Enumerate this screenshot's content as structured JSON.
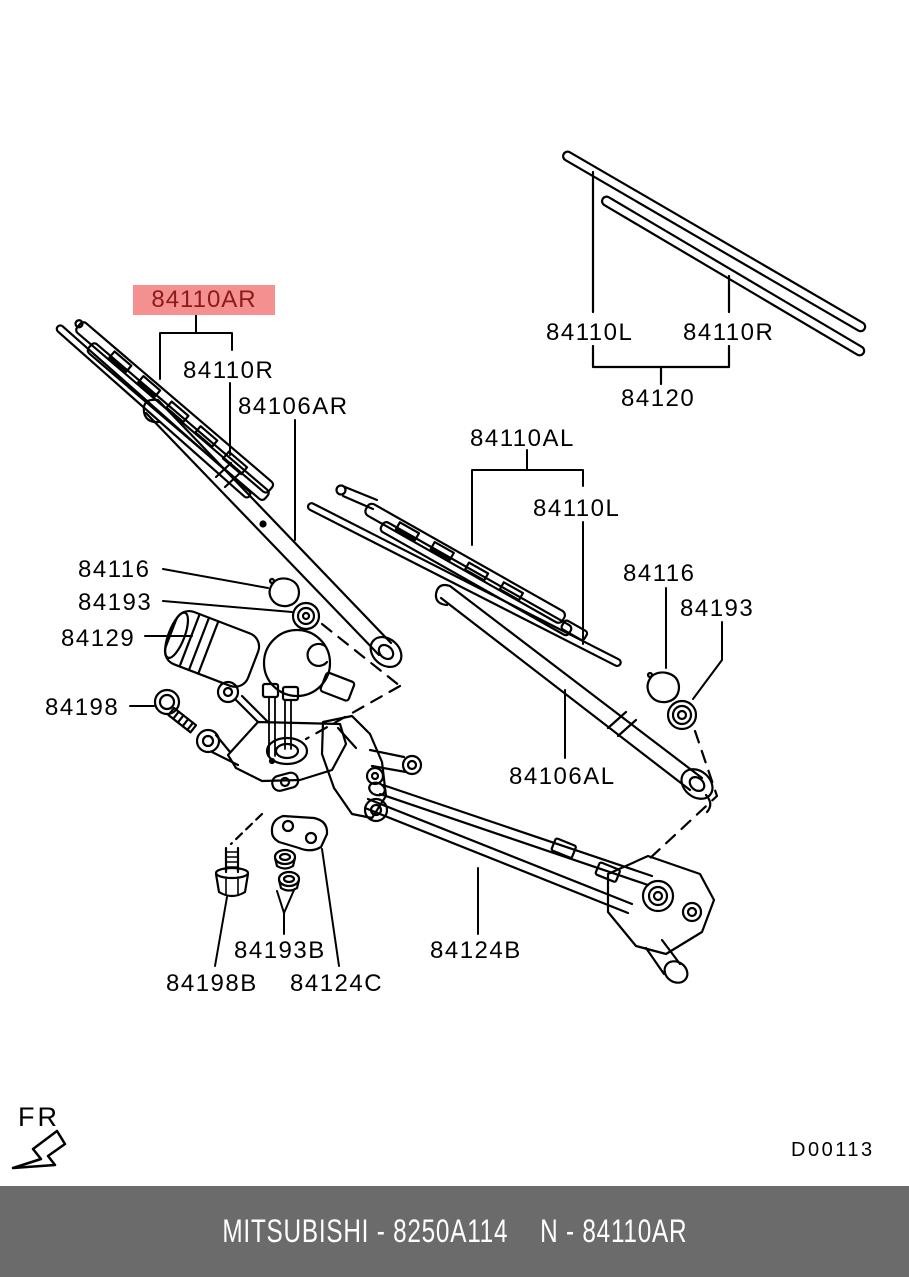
{
  "diagram": {
    "background": "#FFFFFF",
    "line_color": "#000000",
    "highlighted_part": {
      "label": "84110AR",
      "highlight_color": "#F49090",
      "text_color": "#8B1A1A"
    },
    "part_labels": {
      "p84110r_left": "84110R",
      "p84106ar": "84106AR",
      "p84110l_top": "84110L",
      "p84110r_top": "84110R",
      "p84120": "84120",
      "p84110al": "84110AL",
      "p84110l_mid": "84110L",
      "p84116_left": "84116",
      "p84193_left": "84193",
      "p84129": "84129",
      "p84198": "84198",
      "p84116_right": "84116",
      "p84193_right": "84193",
      "p84106al": "84106AL",
      "p84193b": "84193B",
      "p84124b": "84124B",
      "p84198b": "84198B",
      "p84124c": "84124C"
    },
    "orientation_marker": "FR",
    "drawing_code": "D00113"
  },
  "footer": {
    "brand": "MITSUBISHI",
    "part_number": "8250A114",
    "reference_label": "N - 84110AR",
    "left_text": "MITSUBISHI - 8250A114",
    "right_text": "N - 84110AR",
    "background": "#6B6B6B",
    "text_color": "#FFFFFF"
  }
}
